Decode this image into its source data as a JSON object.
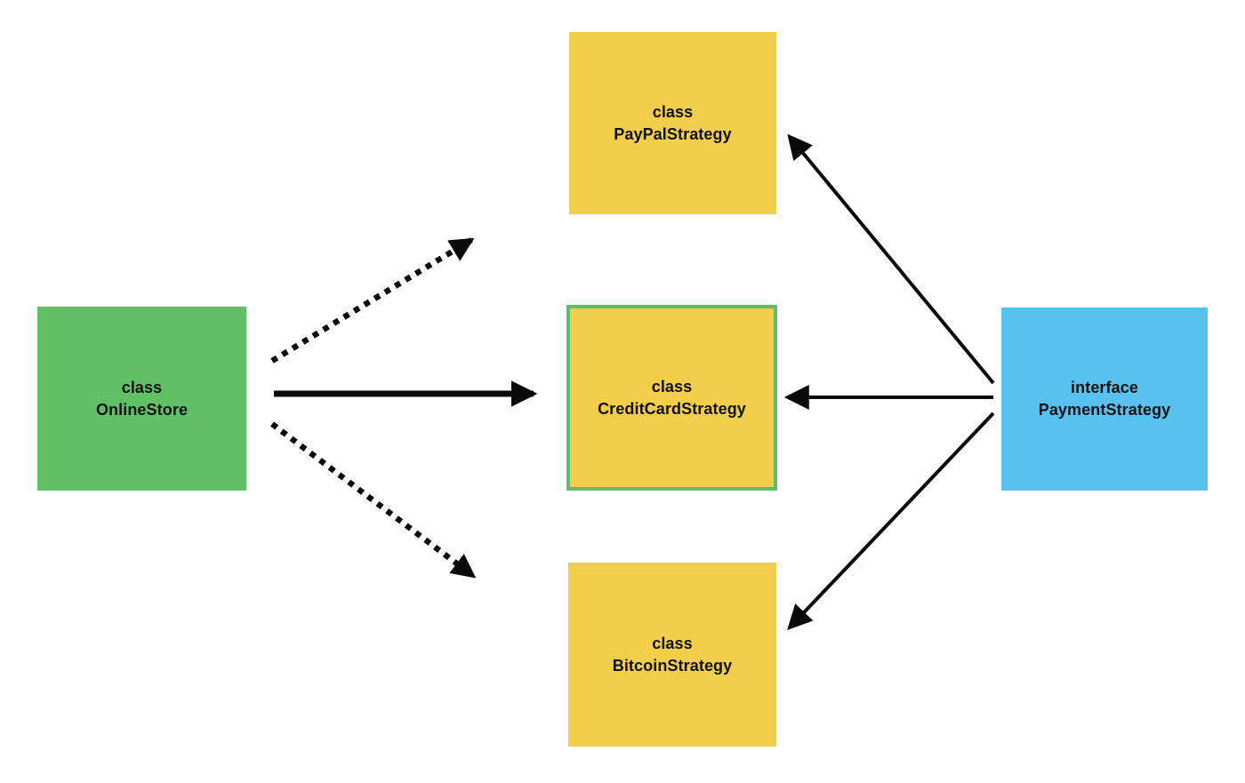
{
  "nodes": {
    "online_store": {
      "keyword": "class",
      "name": "OnlineStore"
    },
    "paypal": {
      "keyword": "class",
      "name": "PayPalStrategy"
    },
    "creditcard": {
      "keyword": "class",
      "name": "CreditCardStrategy"
    },
    "bitcoin": {
      "keyword": "class",
      "name": "BitcoinStrategy"
    },
    "payment_interface": {
      "keyword": "interface",
      "name": "PaymentStrategy"
    }
  },
  "edges": [
    {
      "id": "store-to-paypal",
      "from": "OnlineStore",
      "to": "PayPalStrategy",
      "style": "dotted",
      "arrow": "filled-triangle"
    },
    {
      "id": "store-to-creditcard",
      "from": "OnlineStore",
      "to": "CreditCardStrategy",
      "style": "solid-thick",
      "arrow": "filled-triangle"
    },
    {
      "id": "store-to-bitcoin",
      "from": "OnlineStore",
      "to": "BitcoinStrategy",
      "style": "dotted",
      "arrow": "filled-triangle"
    },
    {
      "id": "interface-to-paypal",
      "from": "PaymentStrategy",
      "to": "PayPalStrategy",
      "style": "solid",
      "arrow": "filled-triangle"
    },
    {
      "id": "interface-to-creditcard",
      "from": "PaymentStrategy",
      "to": "CreditCardStrategy",
      "style": "solid",
      "arrow": "filled-triangle"
    },
    {
      "id": "interface-to-bitcoin",
      "from": "PaymentStrategy",
      "to": "BitcoinStrategy",
      "style": "solid",
      "arrow": "filled-triangle"
    }
  ],
  "colors": {
    "class_fill": "#61BF66",
    "strategy_fill": "#F2CE4A",
    "interface_fill": "#59C1F0",
    "highlight_border": "#5FBD66",
    "arrow": "#0A0A0A",
    "background": "#FFFFFF",
    "text": "#111111"
  }
}
